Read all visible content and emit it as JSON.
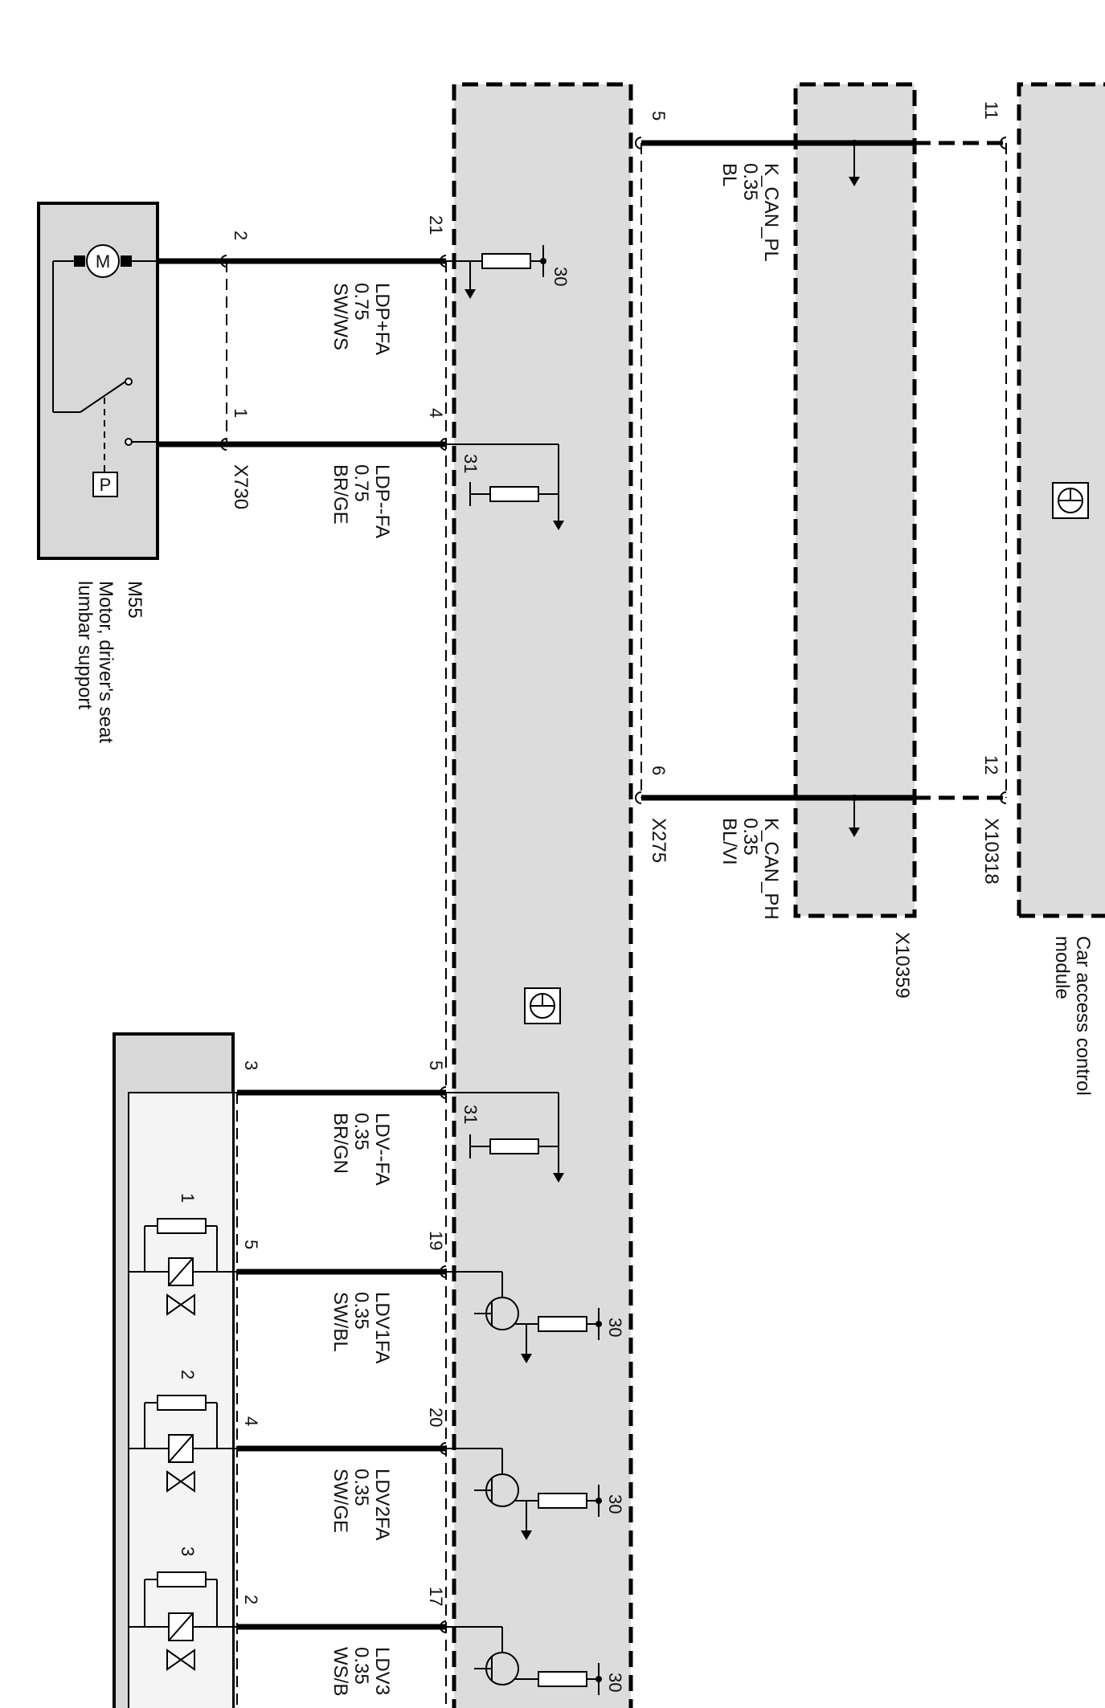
{
  "connectors": {
    "x730": "X730",
    "x275": "X275",
    "x10359": "X10359",
    "x10318": "X10318"
  },
  "component_m55": {
    "id": "M55",
    "line1": "Motor, driver's seat",
    "line2": "lumbar support",
    "motor_symbol": "M",
    "pressure_symbol": "P"
  },
  "car_access_module": {
    "line1": "Car access control",
    "line2": "module"
  },
  "wires": {
    "ldp_plus": {
      "name": "LDP+FA",
      "size": "0.75",
      "color": "SW/WS"
    },
    "ldp_minus": {
      "name": "LDP--FA",
      "size": "0.75",
      "color": "BR/GE"
    },
    "kcan_pl": {
      "name": "K_CAN_PL",
      "size": "0.35",
      "color": "BL"
    },
    "kcan_ph": {
      "name": "K_CAN_PH",
      "size": "0.35",
      "color": "BL/VI"
    },
    "ldv_minus": {
      "name": "LDV--FA",
      "size": "0.35",
      "color": "BR/GN"
    },
    "ldv1": {
      "name": "LDV1FA",
      "size": "0.35",
      "color": "SW/BL"
    },
    "ldv2": {
      "name": "LDV2FA",
      "size": "0.35",
      "color": "SW/GE"
    },
    "ldv3": {
      "name": "LDV3",
      "size": "0.35",
      "color": "WS/B"
    }
  },
  "pins": {
    "m55_2": "2",
    "m55_1": "1",
    "mod_21": "21",
    "mod_4": "4",
    "mod_5": "5",
    "mod_19": "19",
    "mod_20": "20",
    "mod_17": "17",
    "x275_5": "5",
    "x275_6": "6",
    "x10318_11": "11",
    "x10318_12": "12",
    "valve_3": "3",
    "valve_5": "5",
    "valve_4": "4",
    "valve_2": "2"
  },
  "terminals": {
    "t30_a": "30",
    "t31_a": "31",
    "t31_b": "31",
    "t30_b": "30",
    "t30_c": "30",
    "t30_d": "30"
  },
  "valves": {
    "v1": "1",
    "v2": "2",
    "v3": "3"
  }
}
